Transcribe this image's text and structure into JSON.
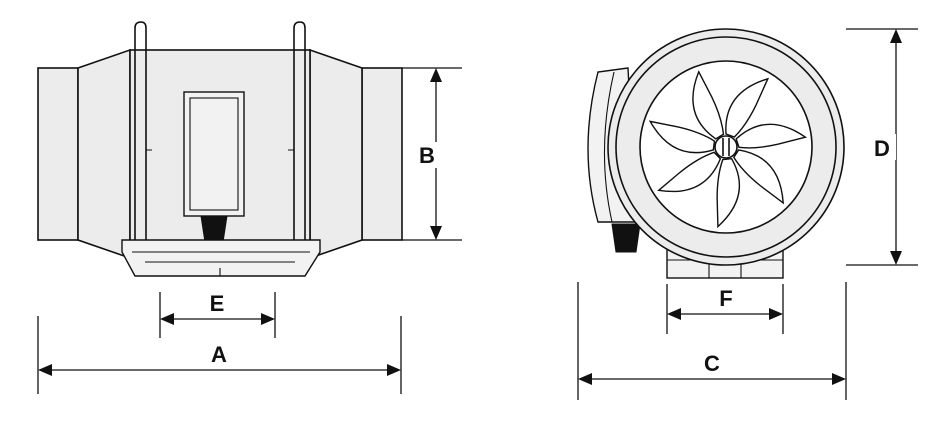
{
  "diagram": {
    "side_view": {
      "dimension_labels": {
        "overall_length": "A",
        "inner_height": "B",
        "mount_width": "E"
      }
    },
    "front_view": {
      "dimension_labels": {
        "overall_width": "C",
        "overall_height": "D",
        "base_width": "F"
      }
    }
  }
}
